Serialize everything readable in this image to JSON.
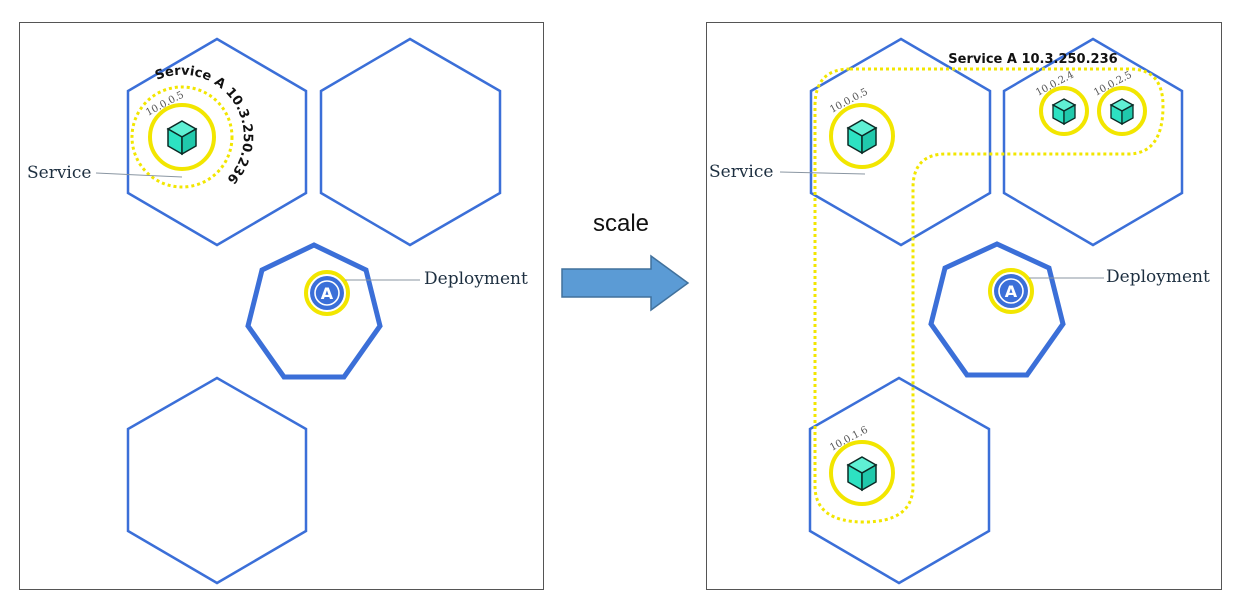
{
  "arrow_label": "scale",
  "left": {
    "service_label": "Service",
    "deployment_label": "Deployment",
    "service_name": "Service A 10.3.250.236",
    "pod_ip": "10.0.0.5"
  },
  "right": {
    "service_label": "Service",
    "deployment_label": "Deployment",
    "service_name": "Service A 10.3.250.236",
    "pod_ips": [
      "10.0.0.5",
      "10.0.2.4",
      "10.0.2.5",
      "10.0.1.6"
    ]
  },
  "colors": {
    "node_stroke": "#3b6fd8",
    "service_dotted": "#f2e600",
    "pod_ring": "#f2e600",
    "pod_fill": "#2de2c2",
    "deployment_blue": "#3b6fd8",
    "arrow_fill": "#5b9bd5",
    "arrow_stroke": "#41719c"
  },
  "icons": {
    "pod": "cube-icon",
    "deployment": "deployment-a-icon"
  }
}
